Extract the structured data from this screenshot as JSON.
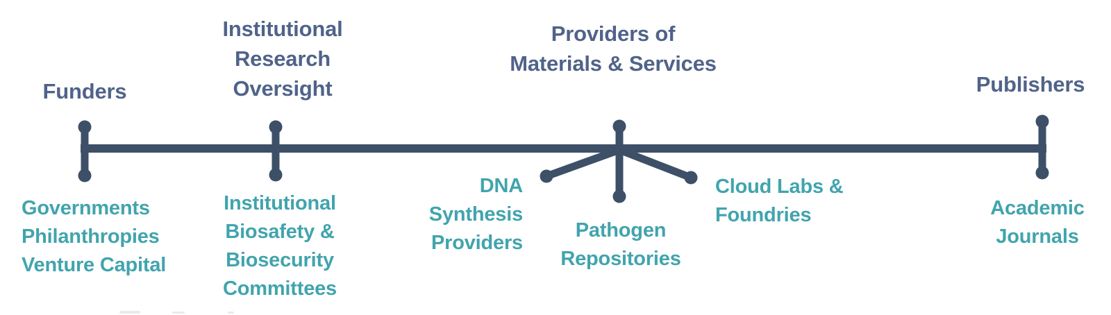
{
  "figure": {
    "type": "stakeholder-timeline",
    "colors": {
      "background": "#ffffff",
      "axis": "#3d5068",
      "header": "#506389",
      "sub": "#41a4ad"
    },
    "groups": [
      {
        "id": "funders",
        "top_label": "Funders",
        "bottom_label": "Governments\nPhilanthropies\nVenture Capital"
      },
      {
        "id": "institutional-research-oversight",
        "top_label": "Institutional\nResearch\nOversight",
        "bottom_label": "Institutional\nBiosafety &\nBiosecurity\nCommittees"
      },
      {
        "id": "providers-of-materials-and-services",
        "top_label": "Providers of\nMaterials & Services",
        "bottom_labels": [
          "DNA\nSynthesis\nProviders",
          "Pathogen\nRepositories",
          "Cloud Labs &\nFoundries"
        ]
      },
      {
        "id": "publishers",
        "top_label": "Publishers",
        "bottom_label": "Academic\nJournals"
      }
    ]
  }
}
